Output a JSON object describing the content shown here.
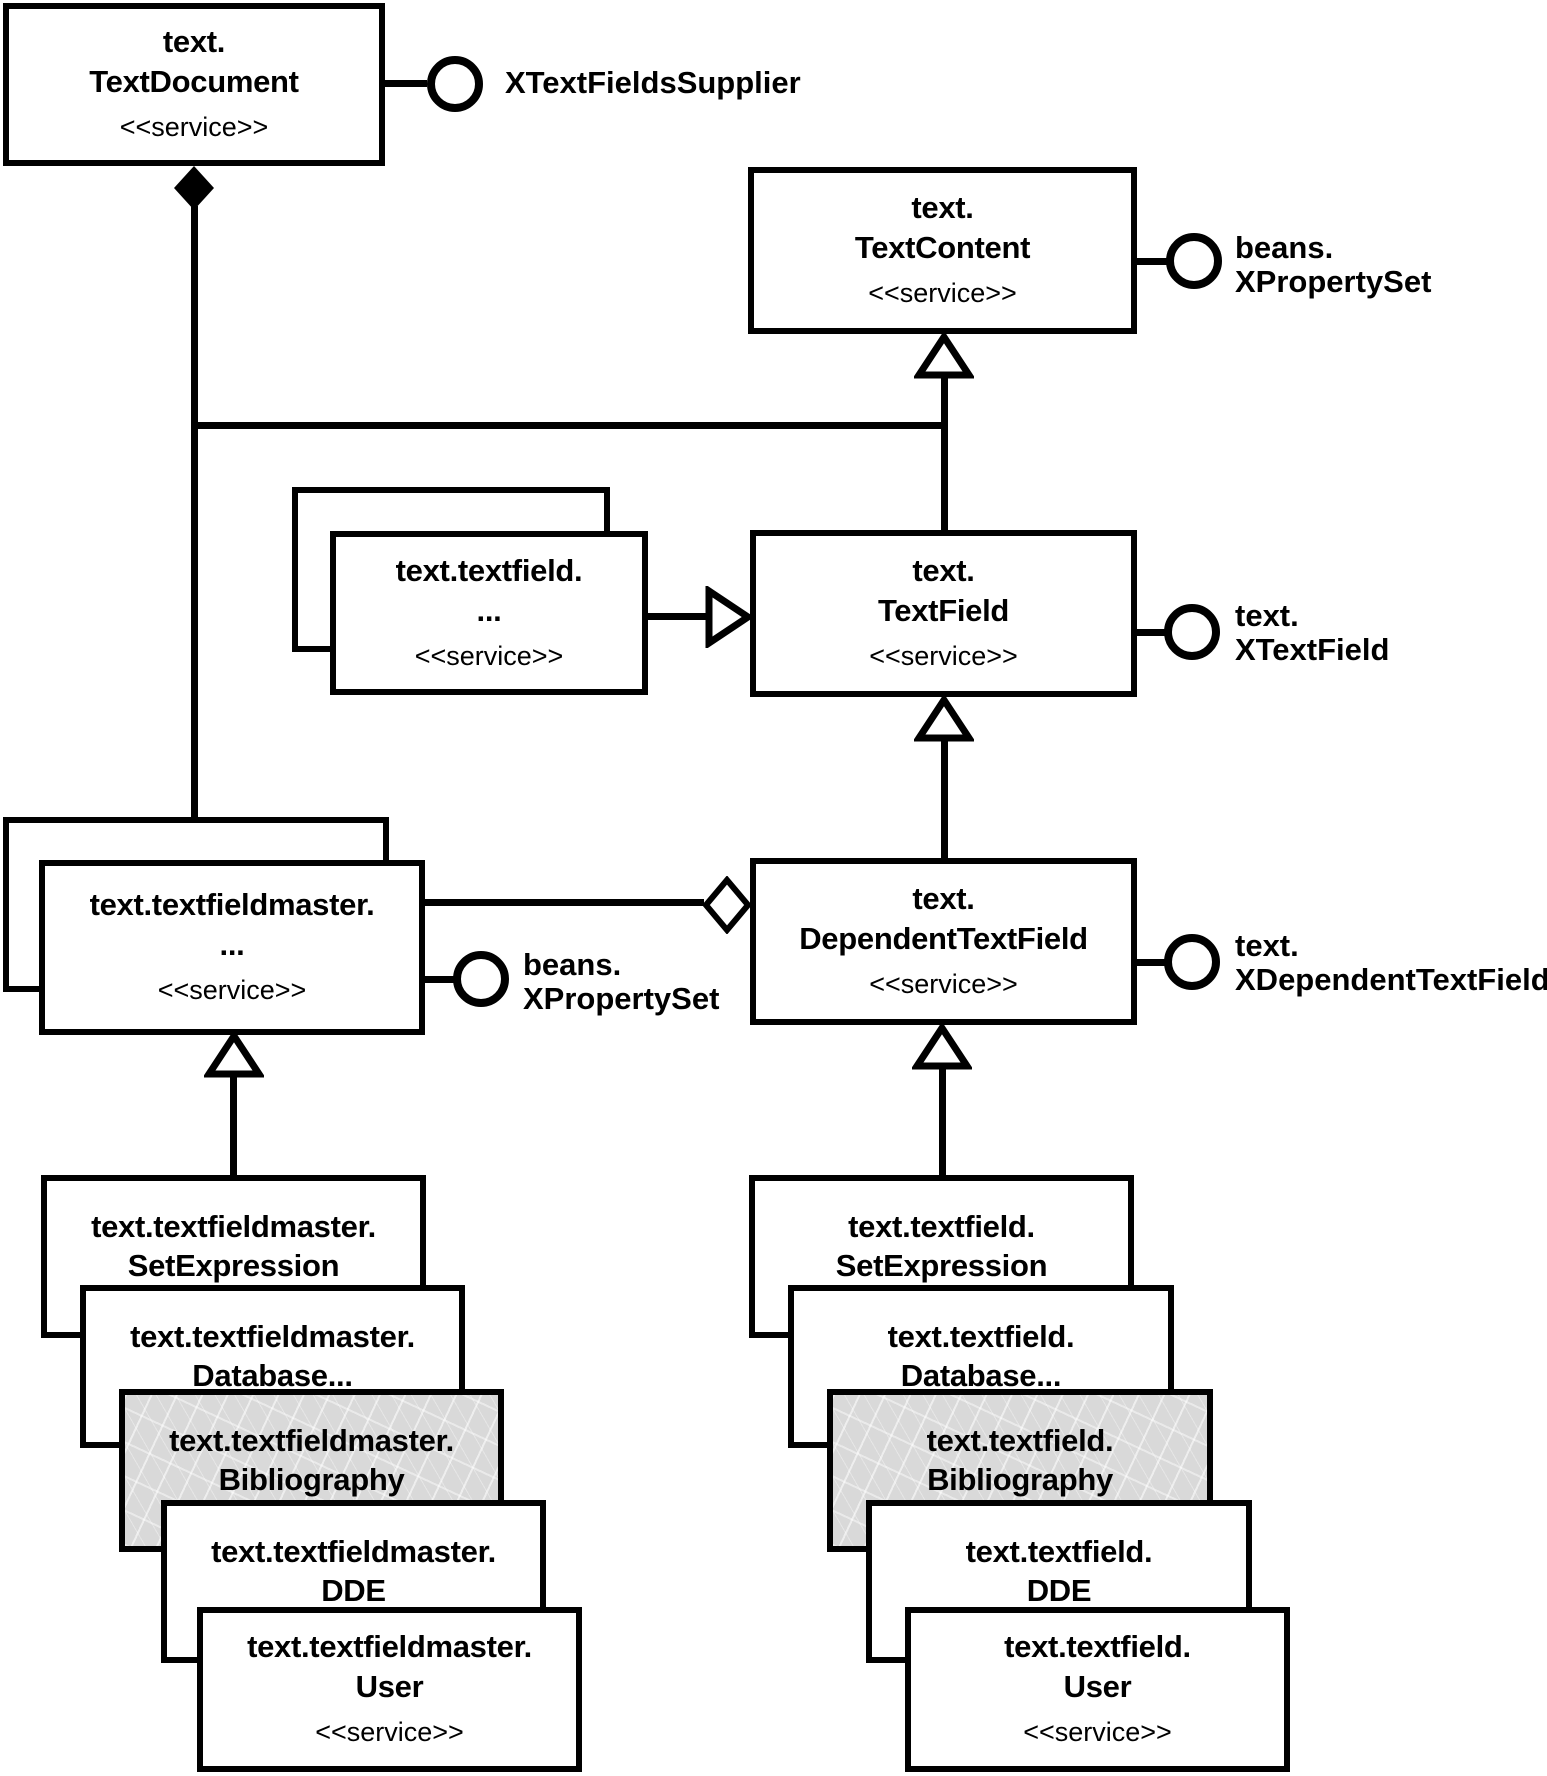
{
  "nodes": {
    "text_document": {
      "line1": "text.",
      "line2": "TextDocument",
      "stereotype": "<<service>>"
    },
    "text_content": {
      "line1": "text.",
      "line2": "TextContent",
      "stereotype": "<<service>>"
    },
    "textfield_group": {
      "line1": "text.textfield.",
      "line2": "...",
      "stereotype": "<<service>>"
    },
    "text_field": {
      "line1": "text.",
      "line2": "TextField",
      "stereotype": "<<service>>"
    },
    "textfieldmaster_group": {
      "line1": "text.textfieldmaster.",
      "line2": "...",
      "stereotype": "<<service>>"
    },
    "dependent_text_field": {
      "line1": "text.",
      "line2": "DependentTextField",
      "stereotype": "<<service>>"
    },
    "master_set_expression": {
      "line1": "text.textfieldmaster.",
      "line2": "SetExpression"
    },
    "master_database": {
      "line1": "text.textfieldmaster.",
      "line2": "Database..."
    },
    "master_bibliography": {
      "line1": "text.textfieldmaster.",
      "line2": "Bibliography"
    },
    "master_dde": {
      "line1": "text.textfieldmaster.",
      "line2": "DDE"
    },
    "master_user": {
      "line1": "text.textfieldmaster.",
      "line2": "User",
      "stereotype": "<<service>>"
    },
    "field_set_expression": {
      "line1": "text.textfield.",
      "line2": "SetExpression"
    },
    "field_database": {
      "line1": "text.textfield.",
      "line2": "Database..."
    },
    "field_bibliography": {
      "line1": "text.textfield.",
      "line2": "Bibliography"
    },
    "field_dde": {
      "line1": "text.textfield.",
      "line2": "DDE"
    },
    "field_user": {
      "line1": "text.textfield.",
      "line2": "User",
      "stereotype": "<<service>>"
    }
  },
  "interfaces": {
    "x_text_fields_supplier": {
      "line1": "XTextFieldsSupplier"
    },
    "content_x_property_set": {
      "line1": "beans.",
      "line2": "XPropertySet"
    },
    "x_text_field": {
      "line1": "text.",
      "line2": "XTextField"
    },
    "x_dependent_text_field": {
      "line1": "text.",
      "line2": "XDependentTextField"
    },
    "master_x_property_set": {
      "line1": "beans.",
      "line2": "XPropertySet"
    }
  },
  "colors": {
    "line": "#000000",
    "box_fill": "#ffffff",
    "shaded_fill": "#d9d9d9",
    "text": "#000000"
  }
}
